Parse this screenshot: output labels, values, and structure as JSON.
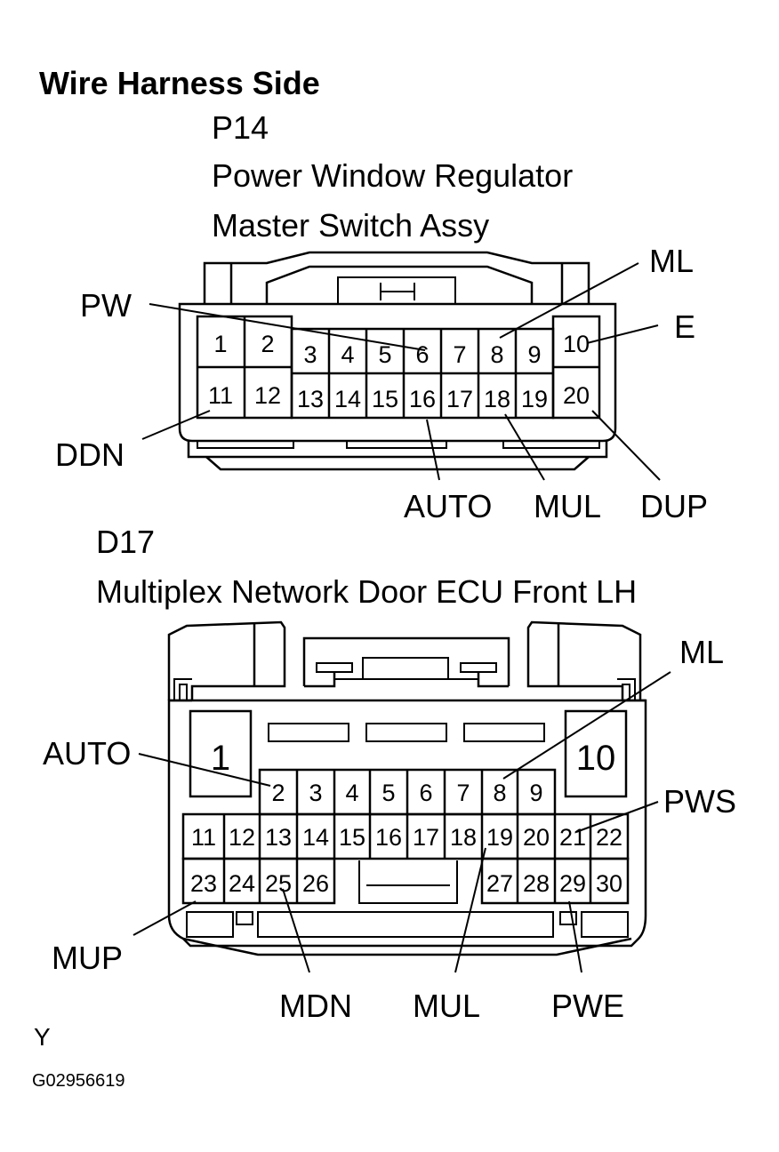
{
  "title": "Wire Harness Side",
  "connector_p14": {
    "code": "P14",
    "name_line1": "Power Window Regulator",
    "name_line2": "Master Switch Assy",
    "pins": [
      "1",
      "2",
      "3",
      "4",
      "5",
      "6",
      "7",
      "8",
      "9",
      "10",
      "11",
      "12",
      "13",
      "14",
      "15",
      "16",
      "17",
      "18",
      "19",
      "20"
    ],
    "callouts": {
      "pw": "PW",
      "ml": "ML",
      "e": "E",
      "ddn": "DDN",
      "auto": "AUTO",
      "mul": "MUL",
      "dup": "DUP"
    }
  },
  "connector_d17": {
    "code": "D17",
    "name": "Multiplex Network Door ECU Front LH",
    "pins": [
      "1",
      "2",
      "3",
      "4",
      "5",
      "6",
      "7",
      "8",
      "9",
      "10",
      "11",
      "12",
      "13",
      "14",
      "15",
      "16",
      "17",
      "18",
      "19",
      "20",
      "21",
      "22",
      "23",
      "24",
      "25",
      "26",
      "27",
      "28",
      "29",
      "30"
    ],
    "callouts": {
      "ml": "ML",
      "auto": "AUTO",
      "pws": "PWS",
      "mup": "MUP",
      "mdn": "MDN",
      "mul": "MUL",
      "pwe": "PWE"
    }
  },
  "footer": {
    "code_letter": "Y",
    "figure_id": "G02956619"
  }
}
